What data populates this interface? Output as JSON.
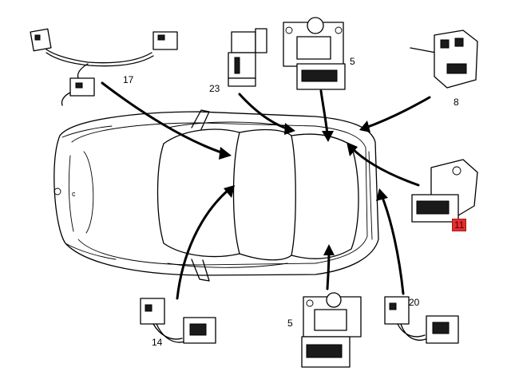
{
  "callouts": {
    "c17": "17",
    "c23": "23",
    "c5_top": "5",
    "c8": "8",
    "c11": "11",
    "c20": "20",
    "c14": "14",
    "c5_bottom": "5"
  },
  "colors": {
    "line": "#000000",
    "background": "#ffffff",
    "highlight": "#e03030"
  }
}
